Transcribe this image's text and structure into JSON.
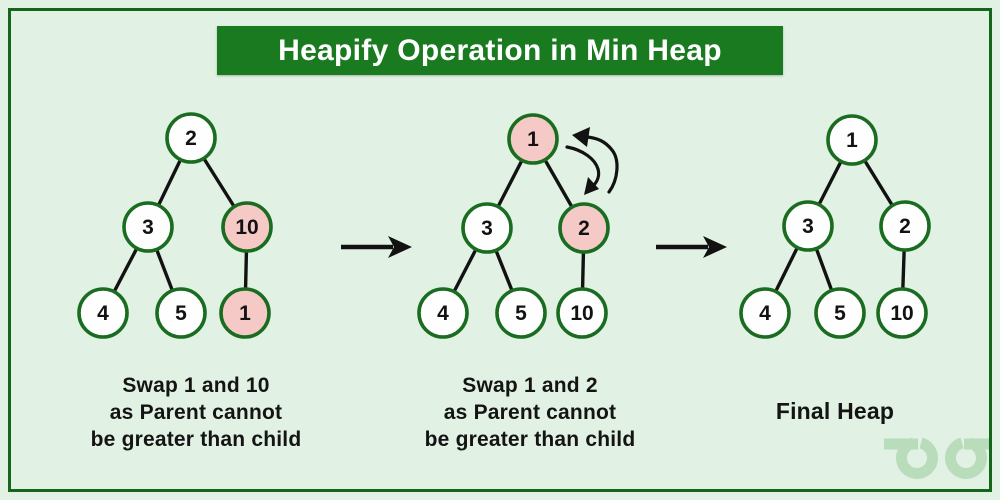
{
  "title": "Heapify Operation in Min Heap",
  "colors": {
    "background": "#e1f1e3",
    "frame_border": "#15651d",
    "banner": "#1a7a1f",
    "banner_text": "#ffffff",
    "node_stroke": "#1a6d20",
    "node_fill": "#fefefe",
    "node_fill_highlight": "#f5c9c5",
    "edge": "#121212",
    "text": "#141414",
    "logo": "#b3d9b5"
  },
  "steps": [
    {
      "name": "initial-heap",
      "nodes": [
        {
          "value": "2",
          "highlighted": false
        },
        {
          "value": "3",
          "highlighted": false
        },
        {
          "value": "10",
          "highlighted": true
        },
        {
          "value": "4",
          "highlighted": false
        },
        {
          "value": "5",
          "highlighted": false
        },
        {
          "value": "1",
          "highlighted": true
        }
      ],
      "caption": [
        "Swap 1 and 10",
        "as Parent cannot",
        "be greater than child"
      ]
    },
    {
      "name": "after-first-swap",
      "nodes": [
        {
          "value": "1",
          "highlighted": true
        },
        {
          "value": "3",
          "highlighted": false
        },
        {
          "value": "2",
          "highlighted": true
        },
        {
          "value": "4",
          "highlighted": false
        },
        {
          "value": "5",
          "highlighted": false
        },
        {
          "value": "10",
          "highlighted": false
        }
      ],
      "caption": [
        "Swap 1 and 2",
        "as Parent cannot",
        "be greater than child"
      ]
    },
    {
      "name": "final-heap",
      "nodes": [
        {
          "value": "1",
          "highlighted": false
        },
        {
          "value": "3",
          "highlighted": false
        },
        {
          "value": "2",
          "highlighted": false
        },
        {
          "value": "4",
          "highlighted": false
        },
        {
          "value": "5",
          "highlighted": false
        },
        {
          "value": "10",
          "highlighted": false
        }
      ],
      "caption": [
        "Final Heap"
      ]
    }
  ],
  "icons": {
    "step_arrow": "right-arrow",
    "swap_arrow": "curved-swap-arrow",
    "watermark": "geeksforgeeks-logo"
  }
}
